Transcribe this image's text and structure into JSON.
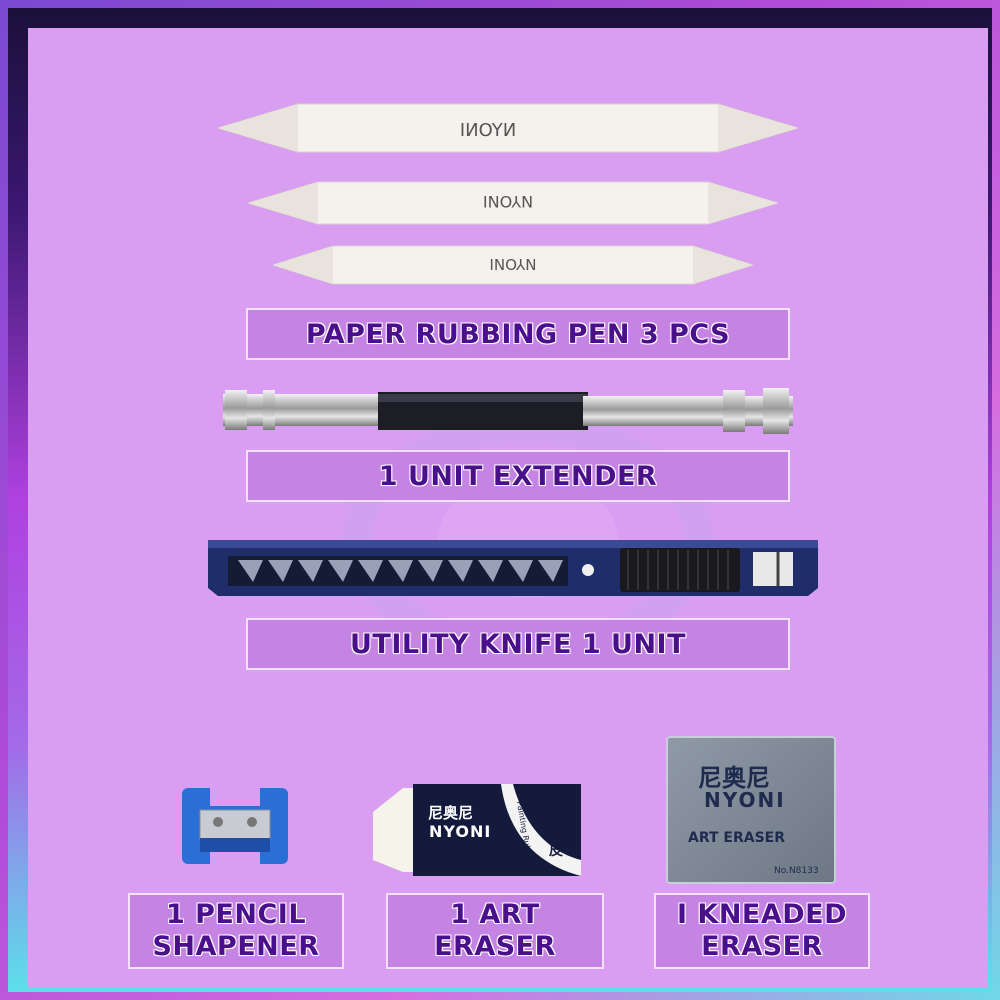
{
  "products": {
    "rubbing_pens": {
      "label": "PAPER RUBBING PEN 3 PCS",
      "brand_marks": [
        "NYONI",
        "NYONI",
        "NYONI"
      ]
    },
    "extender": {
      "label": "1 UNIT EXTENDER"
    },
    "knife": {
      "label": "UTILITY KNIFE 1 UNIT"
    },
    "sharpener": {
      "label_line1": "1 PENCIL",
      "label_line2": "SHAPENER"
    },
    "art_eraser": {
      "label_line1": "1 ART",
      "label_line2": "ERASER",
      "brand_cn": "尼奥尼",
      "brand": "NYONI",
      "side_cn": "绘画橡皮",
      "side_en": "Painting Rubber"
    },
    "kneaded_eraser": {
      "label_line1": "I KNEADED",
      "label_line2": "ERASER",
      "brand_cn": "尼奥尼",
      "brand": "NYONI",
      "product_name": "ART ERASER",
      "model": "No.N8133"
    }
  },
  "colors": {
    "panel": "#d99df1",
    "label_bg": "#c583e3",
    "label_text": "#4a0f8a",
    "label_border": "#f3e2fb"
  }
}
